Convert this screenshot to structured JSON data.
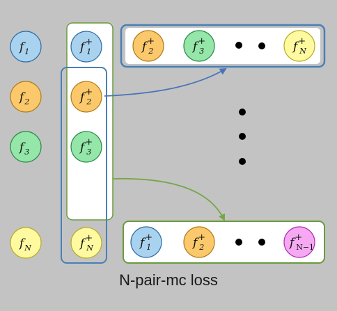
{
  "caption": "N-pair-mc loss",
  "anchors": [
    {
      "name": "anchor-f1",
      "base": "f",
      "sub": "1",
      "sup": "",
      "fill": "#a9d2ef",
      "stroke": "#2f6ea5"
    },
    {
      "name": "anchor-f2",
      "base": "f",
      "sub": "2",
      "sup": "",
      "fill": "#fbc96b",
      "stroke": "#b07d1b"
    },
    {
      "name": "anchor-f3",
      "base": "f",
      "sub": "3",
      "sup": "",
      "fill": "#94e6a9",
      "stroke": "#2f8a4a"
    },
    {
      "name": "anchor-fN",
      "base": "f",
      "sub": "N",
      "sup": "",
      "fill": "#fffaa0",
      "stroke": "#b7ad2c"
    }
  ],
  "positives": [
    {
      "name": "positive-f1",
      "base": "f",
      "sub": "1",
      "sup": "+",
      "fill": "#a9d2ef",
      "stroke": "#2f6ea5"
    },
    {
      "name": "positive-f2",
      "base": "f",
      "sub": "2",
      "sup": "+",
      "fill": "#fbc96b",
      "stroke": "#b07d1b"
    },
    {
      "name": "positive-f3",
      "base": "f",
      "sub": "3",
      "sup": "+",
      "fill": "#94e6a9",
      "stroke": "#2f8a4a"
    },
    {
      "name": "positive-fN",
      "base": "f",
      "sub": "N",
      "sup": "+",
      "fill": "#fffaa0",
      "stroke": "#b7ad2c"
    }
  ],
  "top_set": [
    {
      "name": "top-set-f2",
      "base": "f",
      "sub": "2",
      "sup": "+",
      "fill": "#fbc96b",
      "stroke": "#b07d1b"
    },
    {
      "name": "top-set-f3",
      "base": "f",
      "sub": "3",
      "sup": "+",
      "fill": "#94e6a9",
      "stroke": "#2f8a4a"
    },
    {
      "name": "top-set-fN",
      "base": "f",
      "sub": "N",
      "sup": "+",
      "fill": "#fffaa0",
      "stroke": "#b7ad2c"
    }
  ],
  "bottom_set": [
    {
      "name": "bottom-set-f1",
      "base": "f",
      "sub": "1",
      "sup": "+",
      "fill": "#a9d2ef",
      "stroke": "#2f6ea5"
    },
    {
      "name": "bottom-set-f2",
      "base": "f",
      "sub": "2",
      "sup": "+",
      "fill": "#fbc96b",
      "stroke": "#b07d1b"
    },
    {
      "name": "bottom-set-fN-1",
      "base": "f",
      "sub": "N−1",
      "sup": "+",
      "fill": "#f6a9f2",
      "stroke": "#b02fb0"
    }
  ],
  "colors": {
    "blue_box": "#4a7fb5",
    "green_box": "#6a9b3b",
    "blue_arrow": "#4a74b8",
    "green_arrow": "#77a64a",
    "dots": "#000000"
  }
}
